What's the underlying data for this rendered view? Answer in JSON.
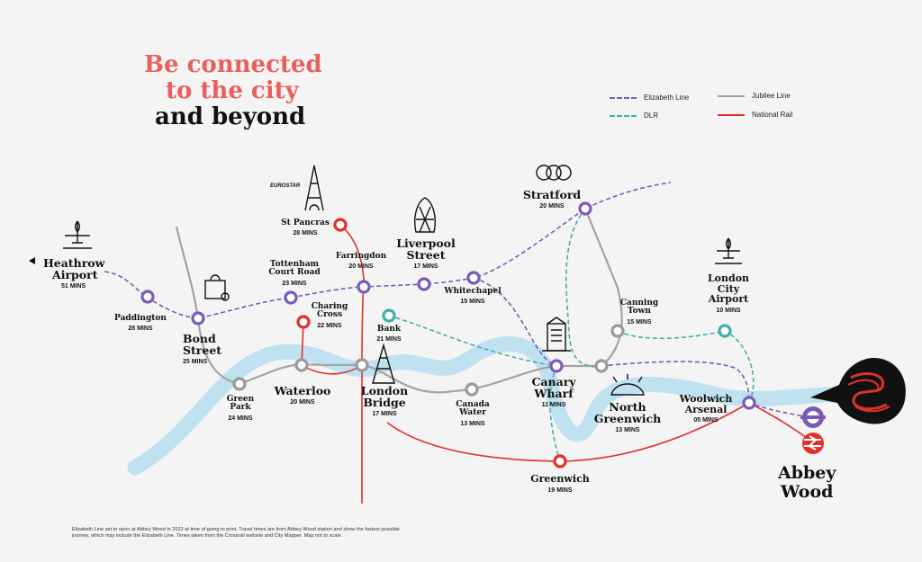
{
  "title": {
    "line1": "Be connected",
    "line2": "to the city",
    "line3": "and beyond"
  },
  "legend": [
    {
      "label": "Elizabeth Line",
      "color": "#7a5cb8",
      "style": "dashed"
    },
    {
      "label": "Jubilee Line",
      "color": "#a0a0a0",
      "style": "solid"
    },
    {
      "label": "DLR",
      "color": "#3fb0a8",
      "style": "dashed"
    },
    {
      "label": "National Rail",
      "color": "#e0302a",
      "style": "solid"
    }
  ],
  "icons": {
    "eurostar_logo": "EUROSTAR",
    "eurostar_icon": "eiffel-tower-icon",
    "heathrow_icon": "airplane-icon",
    "bond_street_icon": "shopping-bag-icon",
    "liverpool_street_icon": "gherkin-building-icon",
    "stratford_icon": "olympic-rings-icon",
    "canary_wharf_icon": "tower-building-icon",
    "north_greenwich_icon": "o2-dome-icon",
    "london_bridge_icon": "shard-icon",
    "city_airport_icon": "airplane-icon",
    "abbey_wood_marker": "crossrail-logo-icon"
  },
  "stations": {
    "heathrow": {
      "name_l1": "Heathrow",
      "name_l2": "Airport",
      "mins": "51 MINS"
    },
    "paddington": {
      "name_l1": "Paddington",
      "mins": "28 MINS"
    },
    "bond_street": {
      "name_l1": "Bond",
      "name_l2": "Street",
      "mins": "25 MINS"
    },
    "tottenham": {
      "name_l1": "Tottenham",
      "name_l2": "Court Road",
      "mins": "23 MINS"
    },
    "st_pancras": {
      "name_l1": "St Pancras",
      "mins": "28 MINS"
    },
    "farringdon": {
      "name_l1": "Farringdon",
      "mins": "20 MINS"
    },
    "liverpool": {
      "name_l1": "Liverpool",
      "name_l2": "Street",
      "mins": "17 MINS"
    },
    "whitechapel": {
      "name_l1": "Whitechapel",
      "mins": "15 MINS"
    },
    "stratford": {
      "name_l1": "Stratford",
      "mins": "20 MINS"
    },
    "charing_cross": {
      "name_l1": "Charing",
      "name_l2": "Cross",
      "mins": "22 MINS"
    },
    "bank": {
      "name_l1": "Bank",
      "mins": "21 MINS"
    },
    "green_park": {
      "name_l1": "Green",
      "name_l2": "Park",
      "mins": "24 MINS"
    },
    "waterloo": {
      "name_l1": "Waterloo",
      "mins": "20 MINS"
    },
    "london_bridge": {
      "name_l1": "London",
      "name_l2": "Bridge",
      "mins": "17 MINS"
    },
    "canada_water": {
      "name_l1": "Canada",
      "name_l2": "Water",
      "mins": "13 MINS"
    },
    "canary_wharf": {
      "name_l1": "Canary",
      "name_l2": "Wharf",
      "mins": "11 MINS"
    },
    "canning_town": {
      "name_l1": "Canning",
      "name_l2": "Town",
      "mins": "15 MINS"
    },
    "north_greenwich": {
      "name_l1": "North",
      "name_l2": "Greenwich",
      "mins": "13 MINS"
    },
    "city_airport": {
      "name_l1": "London",
      "name_l2": "City",
      "name_l3": "Airport",
      "mins": "10 MINS"
    },
    "woolwich": {
      "name_l1": "Woolwich",
      "name_l2": "Arsenal",
      "mins": "05 MINS"
    },
    "greenwich": {
      "name_l1": "Greenwich",
      "mins": "19 MINS"
    },
    "abbey_wood": {
      "name_l1": "Abbey",
      "name_l2": "Wood"
    }
  },
  "footer": "Elizabeth Line set to open at Abbey Wood in 2022 at time of going to print. Travel times are from Abbey Wood station and show the fastest possible journey, which may include the Elizabeth Line. Times taken from the Crossrail website and City Mapper. Map not to scale.",
  "colors": {
    "accent": "#e8605c",
    "river": "#bfe1f0",
    "elizabeth": "#7a5cb8",
    "jubilee": "#a0a0a0",
    "dlr": "#3fb0a8",
    "national_rail": "#e0302a"
  }
}
